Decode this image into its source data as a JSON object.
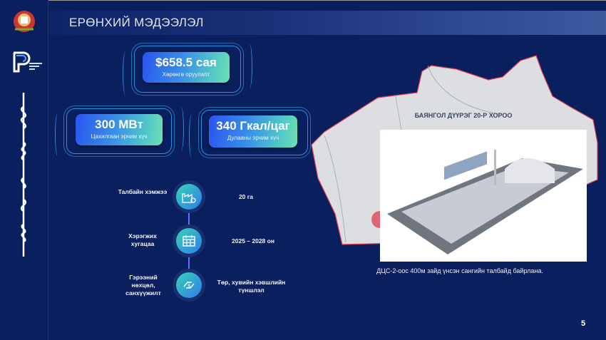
{
  "header": {
    "title": "ЕРӨНХИЙ МЭДЭЭЛЭЛ"
  },
  "stats": [
    {
      "value": "$658.5 сая",
      "label": "Хөрөнгө оруулалт"
    },
    {
      "value": "300 МВт",
      "label": "Цахилгаан эрчим хүч"
    },
    {
      "value": "340 Гкал/цаг",
      "label": "Дулааны эрчим хүч"
    }
  ],
  "timeline": [
    {
      "label": "Талбайн хэмжээ",
      "value": "20 га",
      "icon": "factory-icon"
    },
    {
      "label": "Хэрэгжих хугацаа",
      "value": "2025 – 2028 он",
      "icon": "calendar-icon"
    },
    {
      "label": "Гэрээний нөхцөл, санхүүжилт",
      "value": "Төр, хувийн хэвшлийн түншлэл",
      "icon": "handshake-money-icon"
    }
  ],
  "map": {
    "label": "БАЯНГОЛ ДҮҮРЭГ 20-Р ХОРОО",
    "caption": "ДЦС-2-оос 400м зайд үнсэн сангийн талбайд байрлана."
  },
  "page_number": "5",
  "colors": {
    "background": "#0a1f5e",
    "accent": "#2a8fd8",
    "map_border": "#e04050"
  }
}
